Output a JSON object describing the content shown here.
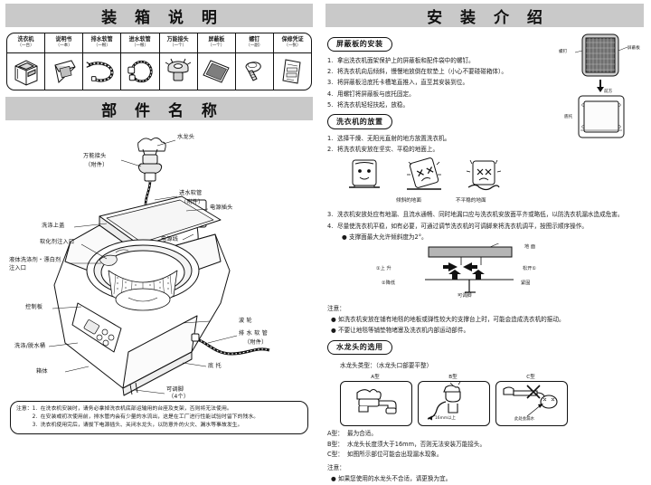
{
  "left": {
    "banner_packing": "装 箱 说 明",
    "banner_parts": "部 件 名 称",
    "packing_items": [
      {
        "name": "洗衣机",
        "qty": "（一台）",
        "icon": "washing-machine-icon"
      },
      {
        "name": "说明书",
        "qty": "（一本）",
        "icon": "manual-book-icon"
      },
      {
        "name": "排水软管",
        "qty": "（一根）",
        "icon": "drain-hose-icon"
      },
      {
        "name": "进水软管",
        "qty": "（一根）",
        "icon": "inlet-hose-icon"
      },
      {
        "name": "万能接头",
        "qty": "（一个）",
        "icon": "universal-joint-icon"
      },
      {
        "name": "屏蔽板",
        "qty": "（一个）",
        "icon": "shield-plate-icon"
      },
      {
        "name": "螺钉",
        "qty": "（一副）",
        "icon": "screw-icon"
      },
      {
        "name": "保修凭证",
        "qty": "（一张）",
        "icon": "warranty-card-icon"
      }
    ],
    "parts_labels": {
      "faucet": "水龙头",
      "universal_joint": "万能接头",
      "universal_joint_sub": "（附件）",
      "inlet_hose": "进水软管",
      "inlet_hose_sub": "（附件）",
      "power_plug": "电源插头",
      "power_cord": "电源线",
      "top_lid": "洗涤上盖",
      "softener_inlet": "软化剂注入口",
      "detergent_inlet": "液体洗涤剂・漂白剂",
      "detergent_inlet2": "注入口",
      "control_panel": "控制板",
      "wash_spin_tub": "洗涤/脱水桶",
      "pulsator": "波 轮",
      "cabinet": "箱体",
      "filter": "过滤网",
      "drain_hose": "排 水 软 管",
      "drain_hose_sub": "（附件）",
      "base": "底 托",
      "adjustable_feet": "可调脚",
      "adjustable_feet_sub": "（4个）"
    },
    "note": {
      "label": "注意：",
      "items": [
        {
          "num": "1.",
          "text": "在洗衣机安装时，请务必拿掉洗衣机底部运输用的台座及支架，否则将无法使用。"
        },
        {
          "num": "2.",
          "text": "在安装或初次使用前，排水管内会有少量的水流出，这是在工厂进行性能试验时留下的残水。"
        },
        {
          "num": "3.",
          "text": "洗衣机使用完后，请拔下电源插头、关闭水龙头，以防意外的火灾、漏水等事故发生。"
        }
      ]
    }
  },
  "right": {
    "banner_install": "安 装 介 绍",
    "sec_shield": {
      "title": "屏蔽板的安装",
      "steps": [
        {
          "num": "1.",
          "text": "拿出洗衣机面架保护上的屏蔽板和配件袋中的螺钉。"
        },
        {
          "num": "2.",
          "text": "将洗衣机向后倾斜，慢慢地放倒在软垫上（小心不要碰碰箱体）。"
        },
        {
          "num": "3.",
          "text": "将屏蔽板沿底托卡槽笔直推入，直至其安装到位。"
        },
        {
          "num": "4.",
          "text": "用螺钉将屏蔽板与底托固定。"
        },
        {
          "num": "5.",
          "text": "将洗衣机轻轻扶起，放稳。"
        }
      ],
      "fig_labels": {
        "screw": "螺钉",
        "shield": "屏蔽板",
        "front": "前方",
        "base": "底托"
      }
    },
    "sec_place": {
      "title": "洗衣机的放置",
      "steps": [
        {
          "num": "1.",
          "text": "选择干燥、无阳光直射的地方放置洗衣机。"
        },
        {
          "num": "2.",
          "text": "将洗衣机安放在坚实、平稳的地面上。"
        },
        {
          "num": "3.",
          "text": "洗衣机安放处应有地漏、且流水通畅、同时地漏口应与洗衣机安放面平齐或略低，以防洗衣机漏水造成危害。"
        },
        {
          "num": "4.",
          "text": "尽量使洗衣机平稳，如有必要，可通过调节洗衣机的可调脚来将洗衣机调平，按图示顺序操作。"
        }
      ],
      "fig_captions": {
        "tilt": "倾斜的地面",
        "unstable": "不平稳的地面"
      },
      "sub_bullet": "支撑面最大允许倾斜度为2°。",
      "level_labels": {
        "floor": "地 面",
        "raise": "①上 升",
        "loosen": "松开①",
        "lower": "②降低",
        "tighten": "紧固",
        "foot": "可调脚"
      },
      "note_label": "注意：",
      "notes": [
        "如洗衣机安放在铺有地毯的地板或弹性较大的支撑台上时，可能会造成洗衣机的振动。",
        "不要让地毯等铺垫物堵塞及洗衣机内部运动部件。"
      ]
    },
    "sec_faucet": {
      "title": "水龙头的选用",
      "subtitle": "水龙头类型：（水龙头口部要平整）",
      "types": [
        {
          "label": "A型",
          "icon": "faucet-type-a-icon",
          "note": ""
        },
        {
          "label": "B型",
          "icon": "faucet-type-b-icon",
          "note": "16mm以上"
        },
        {
          "label": "C型",
          "icon": "faucet-type-c-icon",
          "note": "此处会漏水"
        }
      ],
      "descriptions": [
        {
          "key": "A型：",
          "text": "最为合适。"
        },
        {
          "key": "B型：",
          "text": "水龙头长度须大于16mm，否则无法安装万能接头。"
        },
        {
          "key": "C型：",
          "text": "如图所示部位可能会出现漏水现象。"
        }
      ],
      "note_label": "注意：",
      "notes": [
        "如果您使用的水龙头不合适，请更换为宜。"
      ]
    }
  },
  "colors": {
    "banner_bg": "#c9c9c9",
    "ink": "#111111",
    "shield_fill": "#8f8f8f",
    "paper": "#ffffff"
  }
}
